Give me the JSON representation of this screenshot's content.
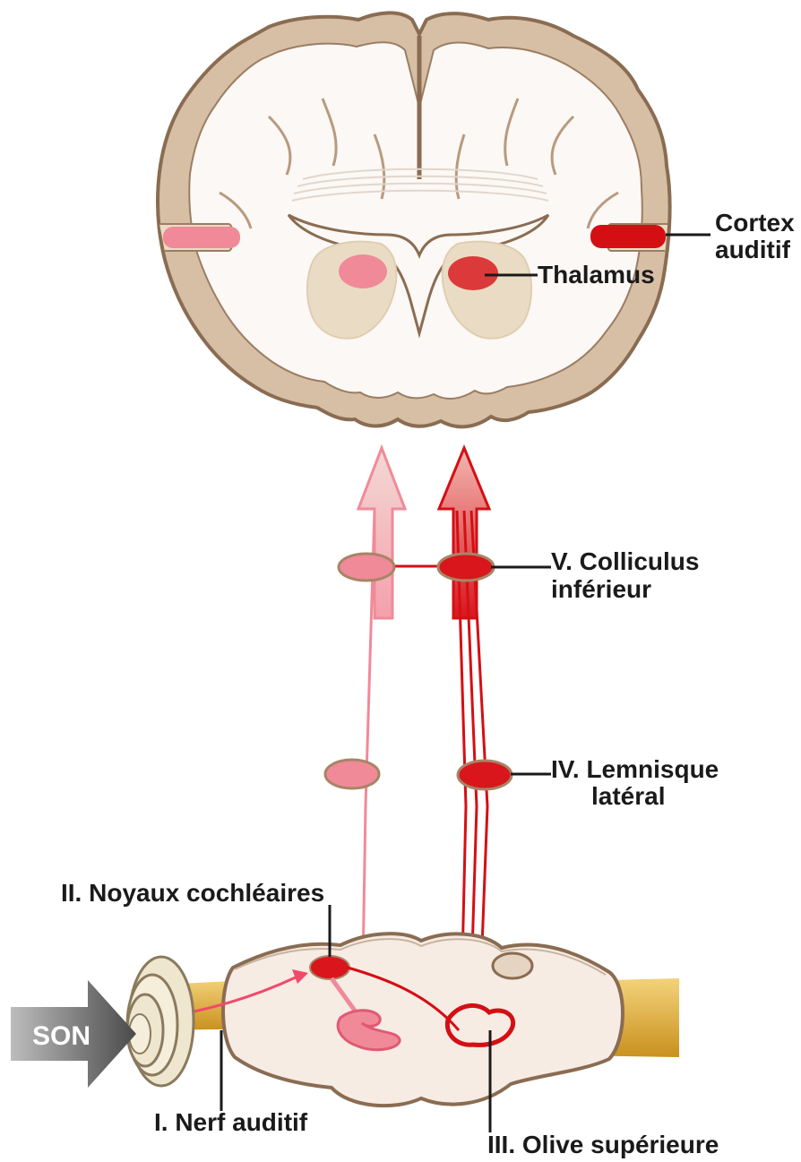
{
  "labels": {
    "cortex_line1": "Cortex",
    "cortex_line2": "auditif",
    "thalamus": "Thalamus",
    "colliculus_line1": "V. Colliculus",
    "colliculus_line2": "inférieur",
    "lemnisque_line1": "IV. Lemnisque",
    "lemnisque_line2": "latéral",
    "noyaux": "II. Noyaux cochléaires",
    "nerf": "I. Nerf auditif",
    "olive": "III. Olive supérieure",
    "son": "SON"
  },
  "colors": {
    "brain_outer": "#d7bfa5",
    "brain_inner": "#fbf8f5",
    "deep_structure": "#eadcc4",
    "pathway_light": "#f08a98",
    "pathway_dark": "#d40f14",
    "nerve": "#e8b34c"
  }
}
